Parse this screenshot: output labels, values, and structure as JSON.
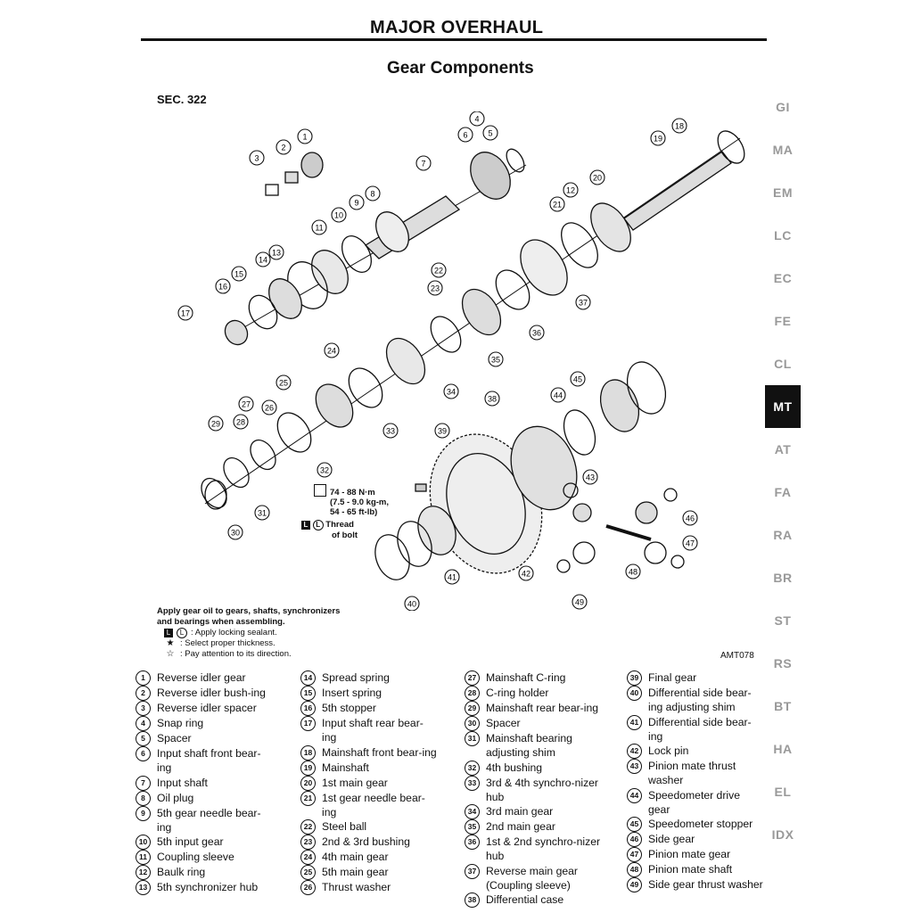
{
  "header": {
    "title": "MAJOR OVERHAUL"
  },
  "page": {
    "heading": "Gear Components",
    "section": "SEC. 322",
    "figure_code": "AMT078"
  },
  "torque": {
    "line1": "74 - 88 N·m",
    "line2": "(7.5 - 9.0 kg-m,",
    "line3": "54 - 65 ft-lb)"
  },
  "thread": {
    "line1": "Thread",
    "line2": "of bolt"
  },
  "notes": {
    "lead1": "Apply gear oil to gears, shafts, synchronizers",
    "lead2": "and bearings when assembling.",
    "sealant": ": Apply locking sealant.",
    "thickness": ": Select proper thickness.",
    "direction": ": Pay attention to its direction."
  },
  "side_tabs": [
    "GI",
    "MA",
    "EM",
    "LC",
    "EC",
    "FE",
    "CL",
    "MT",
    "AT",
    "FA",
    "RA",
    "BR",
    "ST",
    "RS",
    "BT",
    "HA",
    "EL",
    "IDX"
  ],
  "active_tab": "MT",
  "parts": {
    "col1": [
      {
        "n": "1",
        "name": "Reverse idler gear"
      },
      {
        "n": "2",
        "name": "Reverse idler bush-ing"
      },
      {
        "n": "3",
        "name": "Reverse idler spacer"
      },
      {
        "n": "4",
        "name": "Snap ring"
      },
      {
        "n": "5",
        "name": "Spacer"
      },
      {
        "n": "6",
        "name": "Input shaft front bear-ing"
      },
      {
        "n": "7",
        "name": "Input shaft"
      },
      {
        "n": "8",
        "name": "Oil plug"
      },
      {
        "n": "9",
        "name": "5th gear needle bear-ing"
      },
      {
        "n": "10",
        "name": "5th input gear"
      },
      {
        "n": "11",
        "name": "Coupling sleeve"
      },
      {
        "n": "12",
        "name": "Baulk ring"
      },
      {
        "n": "13",
        "name": "5th synchronizer hub"
      }
    ],
    "col2": [
      {
        "n": "14",
        "name": "Spread spring"
      },
      {
        "n": "15",
        "name": "Insert spring"
      },
      {
        "n": "16",
        "name": "5th stopper"
      },
      {
        "n": "17",
        "name": "Input shaft rear bear-ing"
      },
      {
        "n": "18",
        "name": "Mainshaft front bear-ing"
      },
      {
        "n": "19",
        "name": "Mainshaft"
      },
      {
        "n": "20",
        "name": "1st main gear"
      },
      {
        "n": "21",
        "name": "1st gear needle bear-ing"
      },
      {
        "n": "22",
        "name": "Steel ball"
      },
      {
        "n": "23",
        "name": "2nd & 3rd bushing"
      },
      {
        "n": "24",
        "name": "4th main gear"
      },
      {
        "n": "25",
        "name": "5th main gear"
      },
      {
        "n": "26",
        "name": "Thrust washer"
      }
    ],
    "col3": [
      {
        "n": "27",
        "name": "Mainshaft C-ring"
      },
      {
        "n": "28",
        "name": "C-ring holder"
      },
      {
        "n": "29",
        "name": "Mainshaft rear bear-ing"
      },
      {
        "n": "30",
        "name": "Spacer"
      },
      {
        "n": "31",
        "name": "Mainshaft bearing adjusting shim"
      },
      {
        "n": "32",
        "name": "4th bushing"
      },
      {
        "n": "33",
        "name": "3rd & 4th synchro-nizer hub"
      },
      {
        "n": "34",
        "name": "3rd main gear"
      },
      {
        "n": "35",
        "name": "2nd main gear"
      },
      {
        "n": "36",
        "name": "1st & 2nd synchro-nizer hub"
      },
      {
        "n": "37",
        "name": "Reverse main gear (Coupling sleeve)"
      },
      {
        "n": "38",
        "name": "Differential case"
      }
    ],
    "col4": [
      {
        "n": "39",
        "name": "Final gear"
      },
      {
        "n": "40",
        "name": "Differential side bear-ing adjusting shim"
      },
      {
        "n": "41",
        "name": "Differential side bear-ing"
      },
      {
        "n": "42",
        "name": "Lock pin"
      },
      {
        "n": "43",
        "name": "Pinion mate thrust washer"
      },
      {
        "n": "44",
        "name": "Speedometer drive gear"
      },
      {
        "n": "45",
        "name": "Speedometer stopper"
      },
      {
        "n": "46",
        "name": "Side gear"
      },
      {
        "n": "47",
        "name": "Pinion mate gear"
      },
      {
        "n": "48",
        "name": "Pinion mate shaft"
      },
      {
        "n": "49",
        "name": "Side gear thrust washer"
      }
    ]
  },
  "callouts": [
    "1",
    "2",
    "3",
    "4",
    "5",
    "6",
    "7",
    "8",
    "9",
    "10",
    "11",
    "12",
    "13",
    "14",
    "15",
    "16",
    "17",
    "18",
    "19",
    "20",
    "21",
    "22",
    "23",
    "24",
    "25",
    "26",
    "27",
    "28",
    "29",
    "30",
    "31",
    "32",
    "33",
    "34",
    "35",
    "36",
    "37",
    "38",
    "39",
    "40",
    "41",
    "42",
    "43",
    "44",
    "45",
    "46",
    "47",
    "48",
    "49"
  ]
}
